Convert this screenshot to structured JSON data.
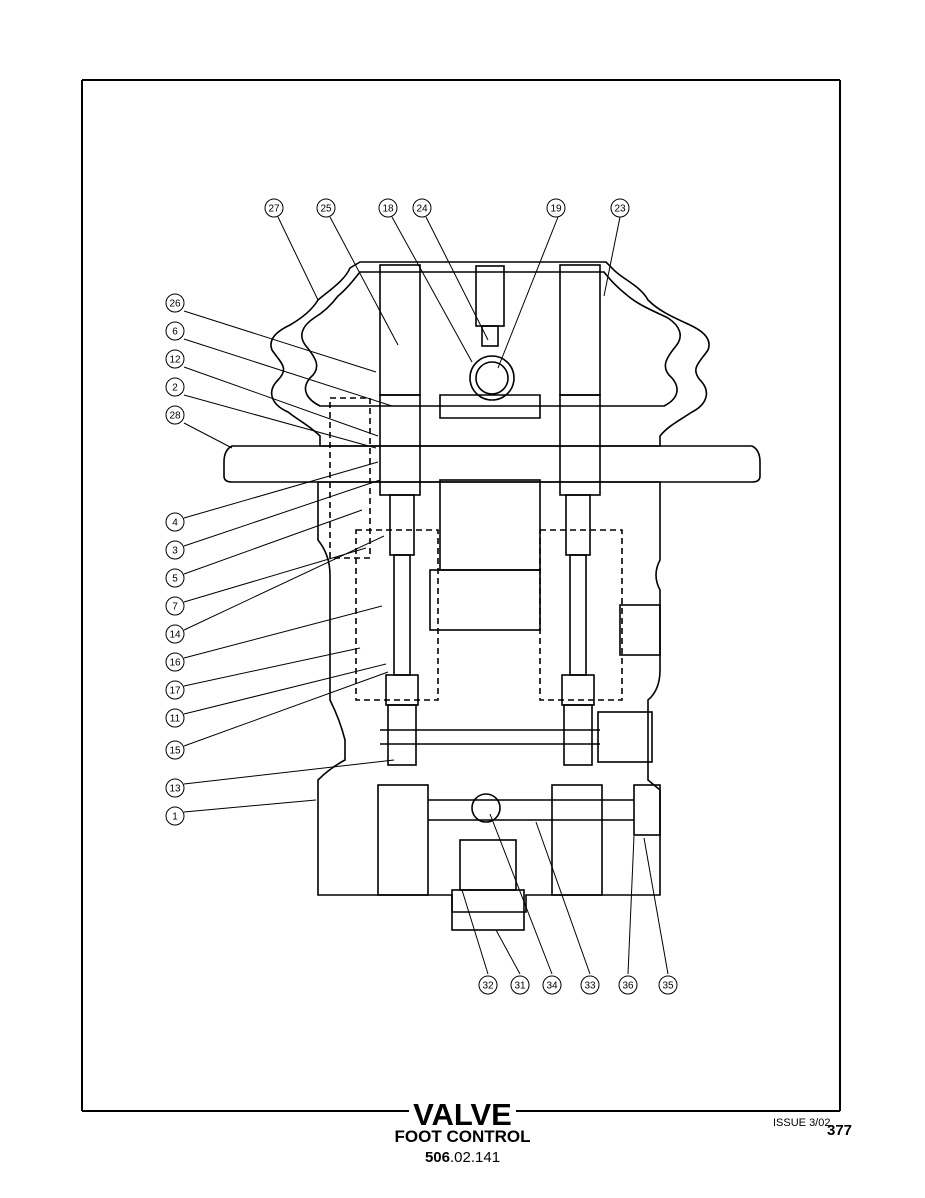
{
  "title": "VALVE",
  "subtitle": "FOOT CONTROL",
  "part_number": {
    "prefix": "506",
    "suffix": ".02.141"
  },
  "issue": "ISSUE 3/02",
  "page_number": "377",
  "callouts_top": [
    "27",
    "25",
    "18",
    "24",
    "19",
    "23"
  ],
  "callouts_left": [
    "26",
    "6",
    "12",
    "2",
    "28",
    "4",
    "3",
    "5",
    "7",
    "14",
    "16",
    "17",
    "11",
    "15",
    "13",
    "1"
  ],
  "callouts_bottom": [
    "32",
    "31",
    "34",
    "33",
    "36",
    "35"
  ]
}
